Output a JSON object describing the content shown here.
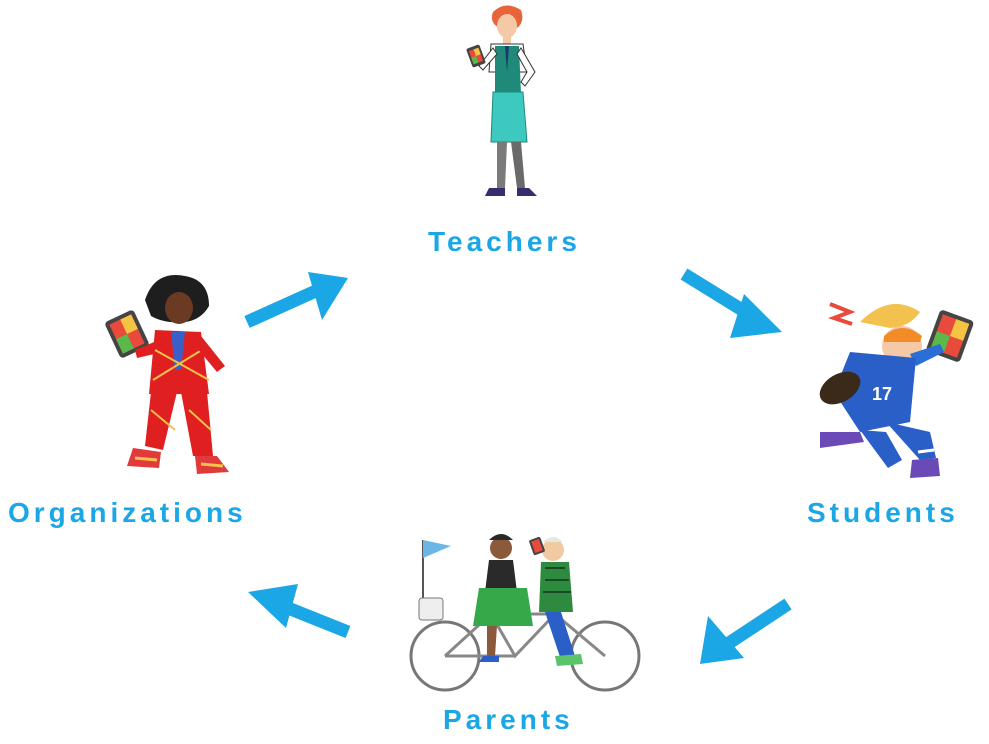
{
  "diagram": {
    "nodes": {
      "teachers": {
        "label": "Teachers",
        "icon": "teacher-with-tablet-illustration"
      },
      "students": {
        "label": "Students",
        "icon": "student-football-player-illustration"
      },
      "parents": {
        "label": "Parents",
        "icon": "parents-on-tandem-bicycle-illustration"
      },
      "organizations": {
        "label": "Organizations",
        "icon": "dancing-person-red-suit-illustration"
      }
    },
    "edges": [
      {
        "from": "Organizations",
        "to": "Teachers"
      },
      {
        "from": "Teachers",
        "to": "Students"
      },
      {
        "from": "Students",
        "to": "Parents"
      },
      {
        "from": "Parents",
        "to": "Organizations"
      }
    ],
    "colors": {
      "accent": "#1ba6e6",
      "label": "#1ba6e6"
    }
  }
}
